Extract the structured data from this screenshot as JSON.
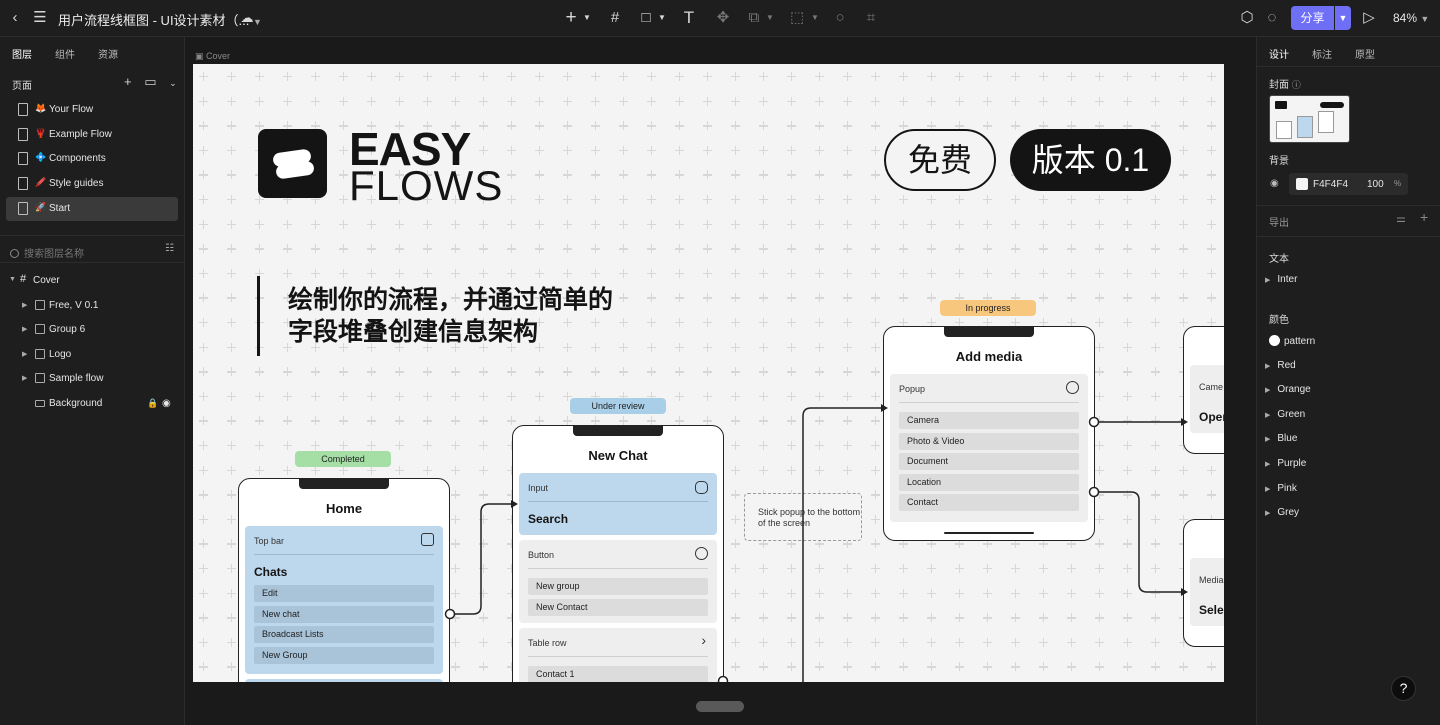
{
  "topbar": {
    "title": "用户流程线框图 - UI设计素材（...",
    "share_label": "分享",
    "zoom": "84%"
  },
  "left_panel": {
    "tabs": [
      "图层",
      "组件",
      "资源"
    ],
    "pages_label": "页面",
    "pages": [
      {
        "emoji": "🦊",
        "label": "Your Flow"
      },
      {
        "emoji": "🦞",
        "label": "Example Flow"
      },
      {
        "emoji": "💠",
        "label": "Components"
      },
      {
        "emoji": "🖍️",
        "label": "Style guides"
      },
      {
        "emoji": "🚀",
        "label": "Start"
      }
    ],
    "search_placeholder": "搜索图层名称",
    "layers": [
      {
        "label": "Cover"
      },
      {
        "label": "Free, V 0.1"
      },
      {
        "label": "Group 6"
      },
      {
        "label": "Logo"
      },
      {
        "label": "Sample flow"
      },
      {
        "label": "Background"
      }
    ]
  },
  "canvas": {
    "frame_label": "Cover",
    "logo_top": "EASY",
    "logo_bottom": "FLOWS",
    "badge_free": "免费",
    "badge_version": "版本 0.1",
    "tagline_line1": "绘制你的流程，并通过简单的",
    "tagline_line2": "字段堆叠创建信息架构",
    "screens": {
      "home": {
        "status": "Completed",
        "status_color": "#a5dfa5",
        "title": "Home",
        "section_label": "Top bar",
        "section_title": "Chats",
        "rows": [
          "Edit",
          "New chat",
          "Broadcast Lists",
          "New Group"
        ]
      },
      "new_chat": {
        "status": "Under review",
        "status_color": "#a9cfe8",
        "title": "New Chat",
        "input_label": "Input",
        "input_title": "Search",
        "button_label": "Button",
        "button_rows": [
          "New group",
          "New Contact"
        ],
        "table_label": "Table row",
        "table_rows": [
          "Contact 1"
        ]
      },
      "add_media": {
        "status": "In progress",
        "status_color": "#f7c77e",
        "title": "Add media",
        "popup_label": "Popup",
        "rows": [
          "Camera",
          "Photo & Video",
          "Document",
          "Location",
          "Contact"
        ]
      },
      "partial_top": {
        "label": "Came",
        "title": "Oper"
      },
      "partial_bottom": {
        "label": "Media",
        "title": "Sele"
      }
    },
    "note": "Stick popup to the bottom of the screen"
  },
  "right_panel": {
    "tabs": [
      "设计",
      "标注",
      "原型"
    ],
    "cover_label": "封面",
    "background_label": "背景",
    "background_hex": "F4F4F4",
    "background_opacity": "100",
    "percent": "%",
    "export_label": "导出",
    "text_label": "文本",
    "font": "Inter",
    "colors_label": "颜色",
    "pattern": "pattern",
    "colors": [
      "Red",
      "Orange",
      "Green",
      "Blue",
      "Purple",
      "Pink",
      "Grey"
    ],
    "help": "?"
  }
}
